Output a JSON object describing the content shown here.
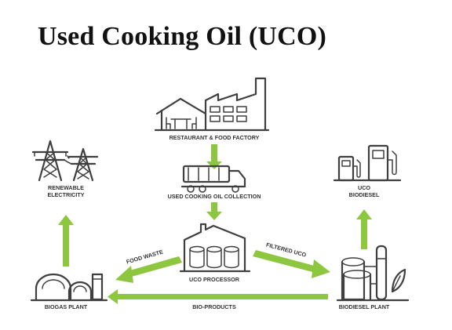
{
  "title": "Used Cooking Oil (UCO)",
  "colors": {
    "arrow": "#8dc63f",
    "icon": "#3f3f3f",
    "text": "#333333"
  },
  "nodes": {
    "restaurant": {
      "label": "RESTAURANT & FOOD FACTORY",
      "icon": "restaurant-factory-icon"
    },
    "collection": {
      "label": "USED COOKING OIL COLLECTION",
      "icon": "tanker-truck-icon"
    },
    "processor": {
      "label": "UCO PROCESSOR",
      "icon": "processor-tanks-icon"
    },
    "biogas": {
      "label": "BIOGAS PLANT",
      "icon": "biogas-plant-icon"
    },
    "biodiesel_plant": {
      "label": "BIODIESEL PLANT",
      "icon": "biodiesel-plant-icon"
    },
    "electricity": {
      "label_line1": "RENEWABLE",
      "label_line2": "ELECTRICITY",
      "icon": "power-tower-icon"
    },
    "uco_biodiesel": {
      "label_line1": "UCO",
      "label_line2": "BIODIESEL",
      "icon": "fuel-pump-icon"
    }
  },
  "flows": {
    "food_waste": "FOOD WASTE",
    "filtered_uco": "FILTERED UCO",
    "bio_products": "BIO-PRODUCTS"
  }
}
